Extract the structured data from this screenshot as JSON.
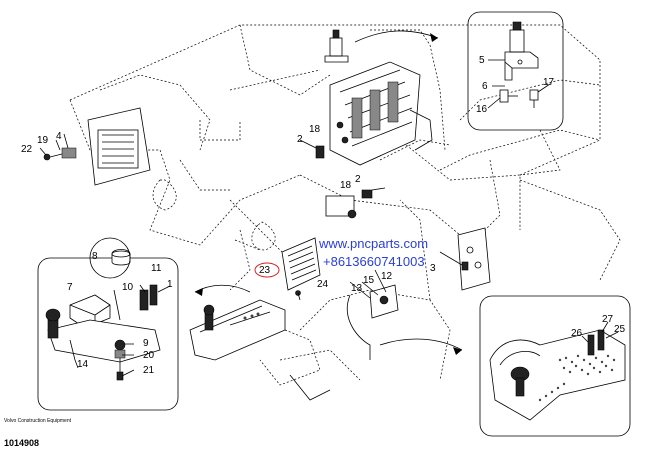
{
  "watermark": {
    "line1": "www.pncparts.com",
    "line2": "+8613660741003"
  },
  "footer": {
    "brand_line": "Volvo Construction Equipment",
    "drawing_number": "1014908"
  },
  "labels": {
    "l1": "1",
    "l2": "2",
    "l2b": "2",
    "l3": "3",
    "l4": "4",
    "l5": "5",
    "l6": "6",
    "l7": "7",
    "l8": "8",
    "l9": "9",
    "l10": "10",
    "l11": "11",
    "l12": "12",
    "l13": "13",
    "l14": "14",
    "l15": "15",
    "l16": "16",
    "l17": "17",
    "l18": "18",
    "l18b": "18",
    "l19": "19",
    "l20": "20",
    "l21": "21",
    "l22": "22",
    "l23": "23",
    "l24": "24",
    "l25": "25",
    "l26": "26",
    "l27": "27"
  },
  "colors": {
    "line": "#000000",
    "watermark": "#2a3fd6",
    "highlight_circle": "#d62020"
  }
}
